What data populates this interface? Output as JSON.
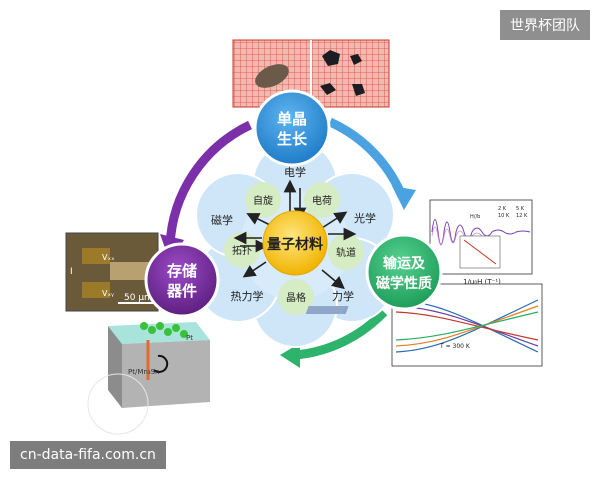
{
  "watermark_top": "世界杯团队",
  "watermark_bottom": "cn-data-fifa.com.cn",
  "center_label": "量子材料",
  "nodes": {
    "growth_line1": "单晶",
    "growth_line2": "生长",
    "transport_line1": "输运及",
    "transport_line2": "磁学性质",
    "device_line1": "存储",
    "device_line2": "器件"
  },
  "properties": [
    "电学",
    "电荷",
    "光学",
    "轨道",
    "力学",
    "晶格",
    "热力学",
    "拓扑",
    "磁学",
    "自旋"
  ],
  "device_inset": {
    "scale_bar": "50 μm"
  },
  "plot_top": {
    "xlabel": "1/μ₀H (T⁻¹)",
    "legend": [
      "2 K",
      "5 K",
      "10 K",
      "12 K"
    ],
    "label_nd": "H//b"
  },
  "plot_bottom": {
    "annotation": "T = 300 K"
  },
  "colors": {
    "growth": "#2f8fd8",
    "transport": "#2bb673",
    "device": "#7a2a9a",
    "center": "#f5c518",
    "arc_blue": "#4aa3e0",
    "arc_green": "#2db36b",
    "arc_purple": "#7b2fa8"
  }
}
